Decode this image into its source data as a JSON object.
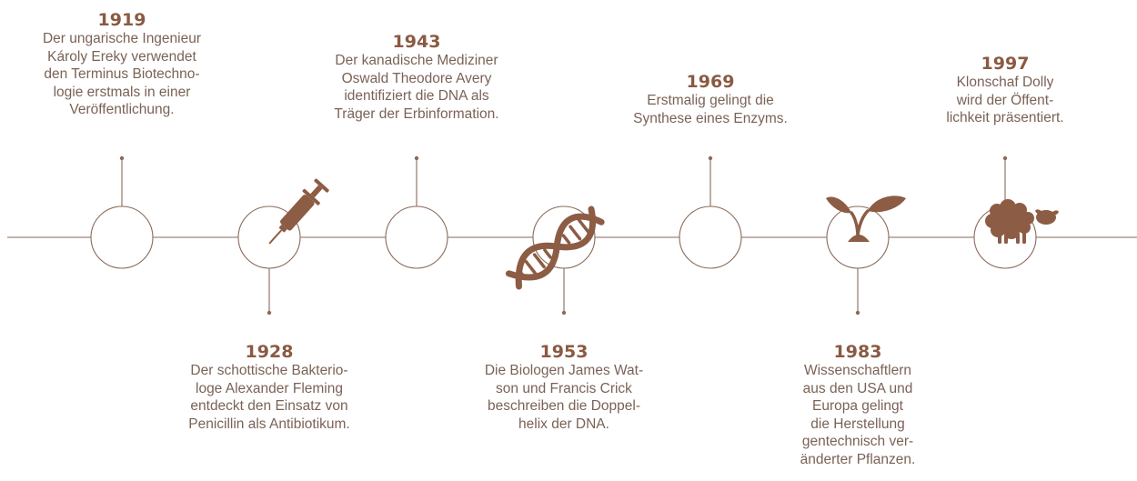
{
  "colors": {
    "line": "#8a6a5a",
    "icon": "#8c5c44",
    "year": "#8a5a42",
    "text": "#7a6256"
  },
  "events": [
    {
      "year": "1919",
      "lines": [
        "Der ungarische Ingenieur",
        "Károly Ereky verwendet",
        "den Terminus Biotechno-",
        "logie erstmals in einer",
        "Veröffentlichung."
      ],
      "icon": "none"
    },
    {
      "year": "1928",
      "lines": [
        "Der schottische Bakterio-",
        "loge Alexander Fleming",
        "entdeckt den Einsatz von",
        "Penicillin als Antibiotikum."
      ],
      "icon": "syringe-icon"
    },
    {
      "year": "1943",
      "lines": [
        "Der kanadische Mediziner",
        "Oswald Theodore Avery",
        "identifiziert die DNA als",
        "Träger der Erbinformation."
      ],
      "icon": "none"
    },
    {
      "year": "1953",
      "lines": [
        "Die Biologen James Wat-",
        "son und Francis Crick",
        "beschreiben die Doppel-",
        "helix der DNA."
      ],
      "icon": "dna-icon"
    },
    {
      "year": "1969",
      "lines": [
        "Erstmalig gelingt die",
        "Synthese eines Enzyms."
      ],
      "icon": "none"
    },
    {
      "year": "1983",
      "lines": [
        "Wissenschaftlern",
        "aus den USA und",
        "Europa gelingt",
        "die Herstellung",
        "gentechnisch ver-",
        "änderter Pflanzen."
      ],
      "icon": "sprout-icon"
    },
    {
      "year": "1997",
      "lines": [
        "Klonschaf Dolly",
        "wird der Öffent-",
        "lichkeit präsentiert."
      ],
      "icon": "sheep-icon"
    }
  ]
}
